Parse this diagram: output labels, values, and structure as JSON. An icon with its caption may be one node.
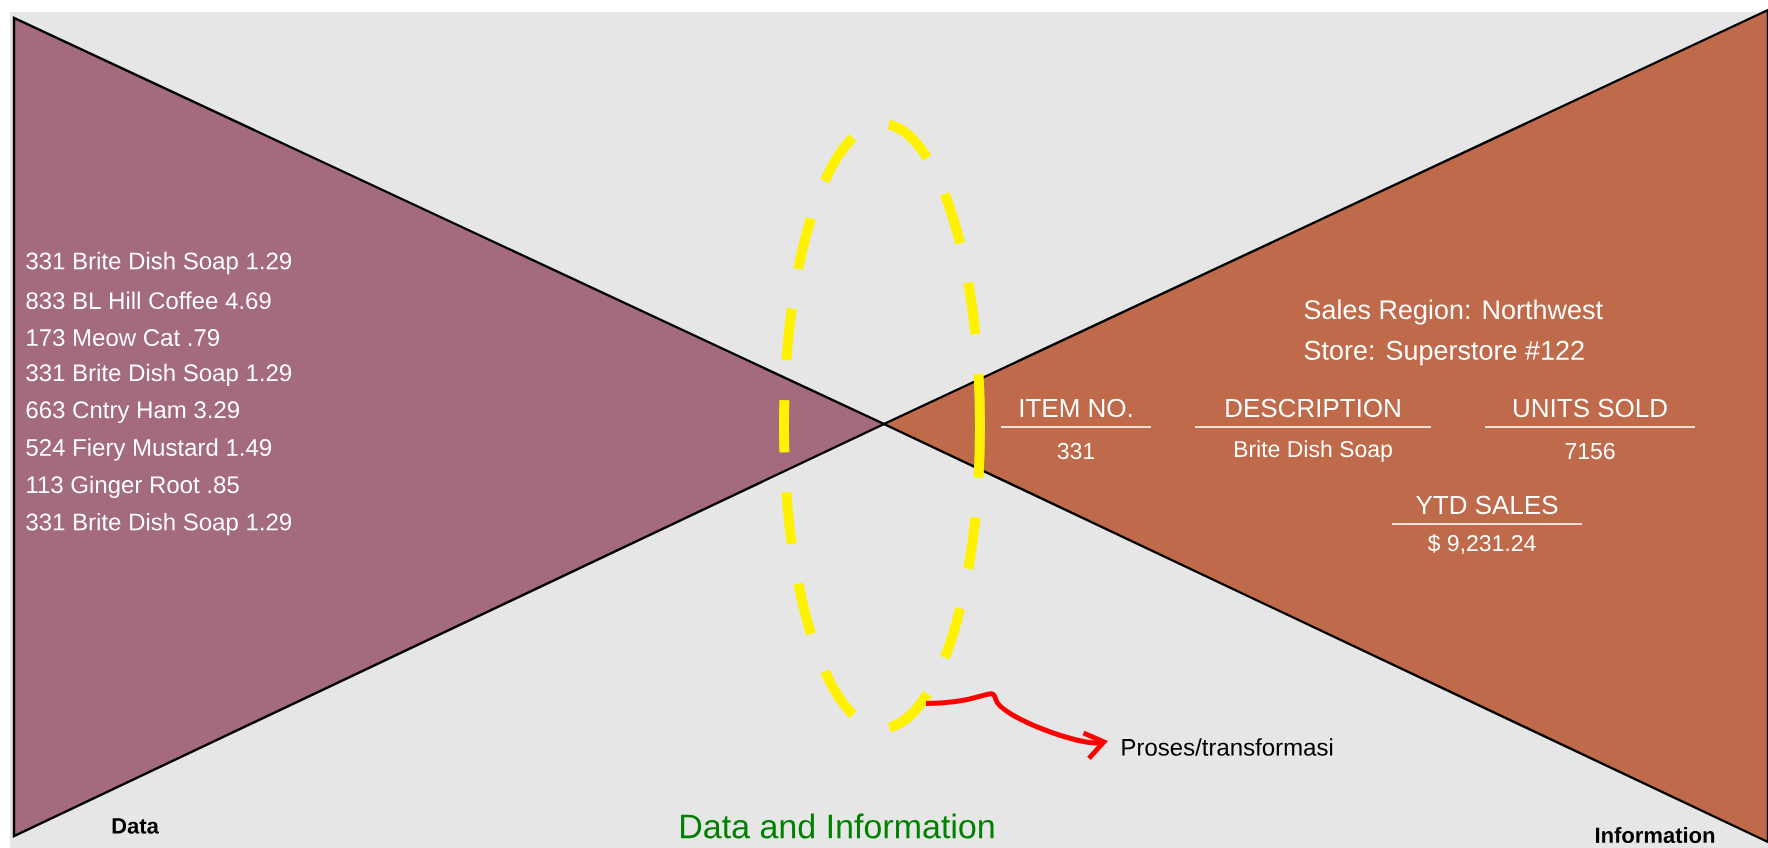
{
  "diagram": {
    "title": "Data and Information",
    "nodes": [
      {
        "text": [
          "331 Brite Dish Soap  1.29",
          "833 BL Hill Coffee  4.69",
          "173 Meow Cat  .79",
          "331 Brite Dish Soap  1.29",
          "663 Cntry Ham 3.29",
          "524 Fiery Mustard  1.49",
          "113 Ginger Root  .85",
          "331 Brite Dish Soap  1.29"
        ],
        "beside": [
          "Data"
        ]
      },
      {
        "text": [
          "Sales Region: Northwest",
          "Store: Superstore #122",
          "ITEM NO.",
          "331",
          "DESCRIPTION",
          "Brite Dish Soap",
          "UNITS SOLD",
          "7156",
          "YTD SALES",
          "$ 9,231.24"
        ],
        "beside": [
          "Information"
        ]
      },
      {
        "text": [],
        "shape": "ellipse"
      },
      {
        "text": [
          "Proses/transformasi"
        ]
      }
    ],
    "edges": [
      {
        "from": 2,
        "to": 3,
        "arrow": "to",
        "color": "#ff0000"
      }
    ]
  }
}
